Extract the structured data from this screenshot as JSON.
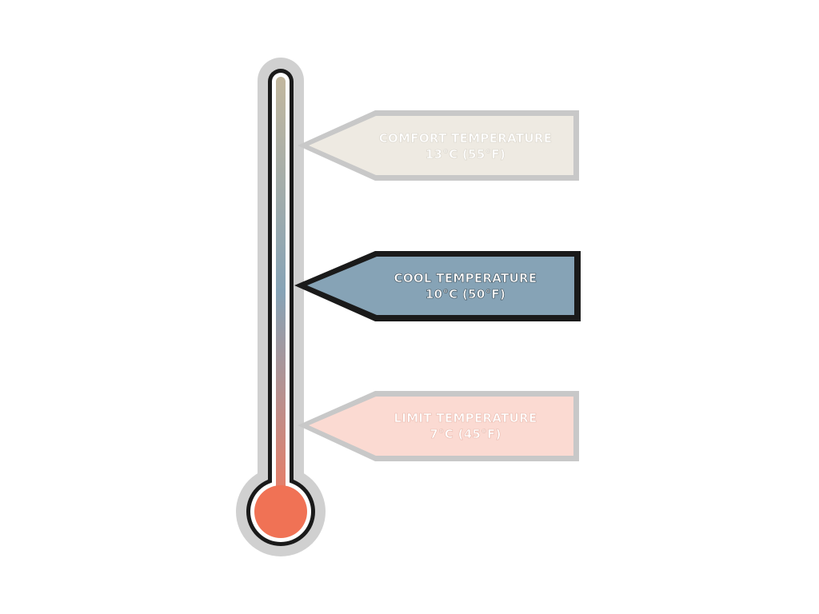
{
  "labels": [
    {
      "title": "COMFORT TEMPERATURE",
      "value": "13°C (55°F)",
      "fill": "#EEEAE2",
      "border": "#C8C8C8",
      "text_color": "#FFFFFF",
      "text_stroke": "#D9D4CA",
      "active": false
    },
    {
      "title": "COOL TEMPERATURE",
      "value": "10°C (50°F)",
      "fill": "#86A3B6",
      "border": "#1A1A1A",
      "text_color": "#FFFFFF",
      "text_stroke": "#3A4A55",
      "active": true
    },
    {
      "title": "LIMIT TEMPERATURE",
      "value": "7°C (45°F)",
      "fill": "#FBDAD2",
      "border": "#C8C8C8",
      "text_color": "#FFFFFF",
      "text_stroke": "#E8B9AD",
      "active": false
    }
  ],
  "thermometer": {
    "outline_color": "#1A1A1A",
    "halo_color": "#D0D0D0",
    "gradient_top": "#C2B79E",
    "gradient_mid": "#86A3B6",
    "gradient_bottom": "#EE7B62",
    "bulb_color": "#F07255"
  }
}
